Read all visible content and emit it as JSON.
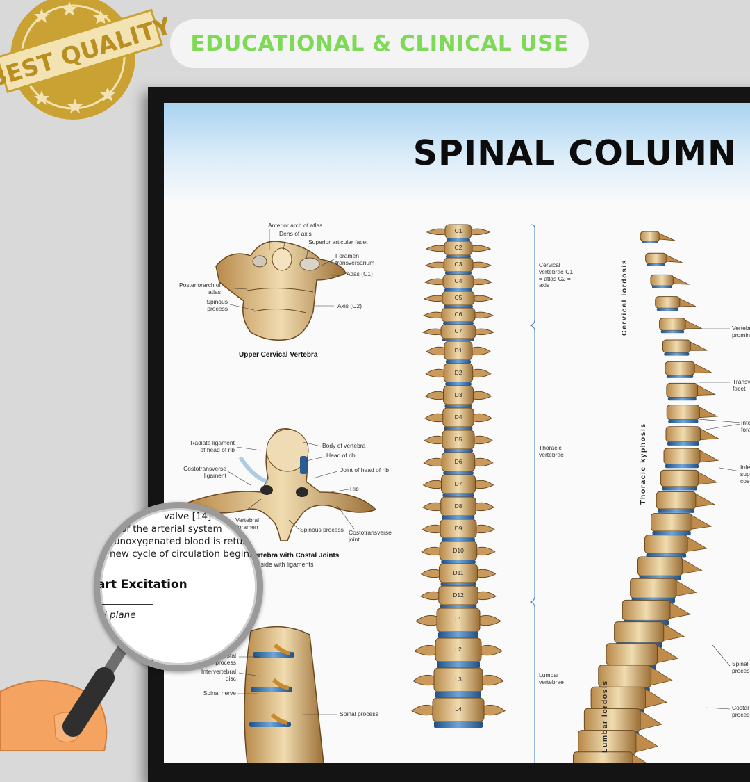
{
  "badge": {
    "text": "BEST QUALITY",
    "colors": {
      "gold": "#c9a233",
      "ribbon": "#f3e3b3"
    }
  },
  "banner": {
    "text": "EDUCATIONAL & CLINICAL USE",
    "color": "#7ed957"
  },
  "poster": {
    "title": "SPINAL COLUMN",
    "upper_cervical": {
      "caption": "Upper Cervical Vertebra",
      "labels": {
        "anterior_arch": "Anterior arch of atlas",
        "dens": "Dens of axis",
        "superior_facet": "Superior articular facet",
        "foramen": "Foramen transversarium",
        "atlas": "Atlas (C1)",
        "posterior_arch": "Posteriorarch of atlas",
        "spinous": "Spinous process",
        "axis": "Axis (C2)"
      }
    },
    "thoracic": {
      "caption": "Vertebra with Costal Joints",
      "subcaption": "ft side with ligaments",
      "labels": {
        "radiate": "Radiate ligament of head of rib",
        "body": "Body of vertebra",
        "head_rib": "Head of rib",
        "costotransverse_lig": "Costotransverse ligament",
        "joint_head": "Joint of head of rib",
        "rib": "Rib",
        "vertebral_foramen": "Vertebral foramen",
        "spinous": "Spinous process",
        "costotransverse_joint": "Costotransverse joint"
      }
    },
    "lumbar_detail": {
      "labels": {
        "costal": "Costal process",
        "disc": "Intervertebral disc",
        "nerve": "Spinal nerve",
        "spinous": "Spinal process"
      }
    },
    "segments": [
      "C1",
      "C2",
      "C3",
      "C4",
      "C5",
      "C6",
      "C7",
      "D1",
      "D2",
      "D3",
      "D4",
      "D5",
      "D6",
      "D7",
      "D8",
      "D9",
      "D10",
      "D11",
      "D12",
      "L1",
      "L2",
      "L3",
      "L4"
    ],
    "regions": {
      "cervical": "Cervical vertebrae C1 = atlas C2 = axis",
      "thoracic": "Thoracic vertebrae",
      "lumbar": "Lumbar vertebrae"
    },
    "side_view": {
      "cervical_lordosis": "Cervical lordosis",
      "thoracic_kyphosis": "Thoracic kyphosis",
      "lumbar_lordosis": "Lumbar lordosis",
      "labels": {
        "prominens": "Vertebra prominens",
        "transverse_facet": "Transv facet",
        "intervertebral_foramen": "Inte fora",
        "inferior": "Infe supe cost",
        "spinal": "Spinal proces",
        "costal": "Costal proces"
      }
    }
  },
  "magnifier": {
    "lines": [
      "valve [14]",
      "of the arterial system",
      "unoxygenated blood is retur",
      "new cycle of circulation begins."
    ],
    "heading": "art Excitation",
    "plane": "l plane"
  }
}
